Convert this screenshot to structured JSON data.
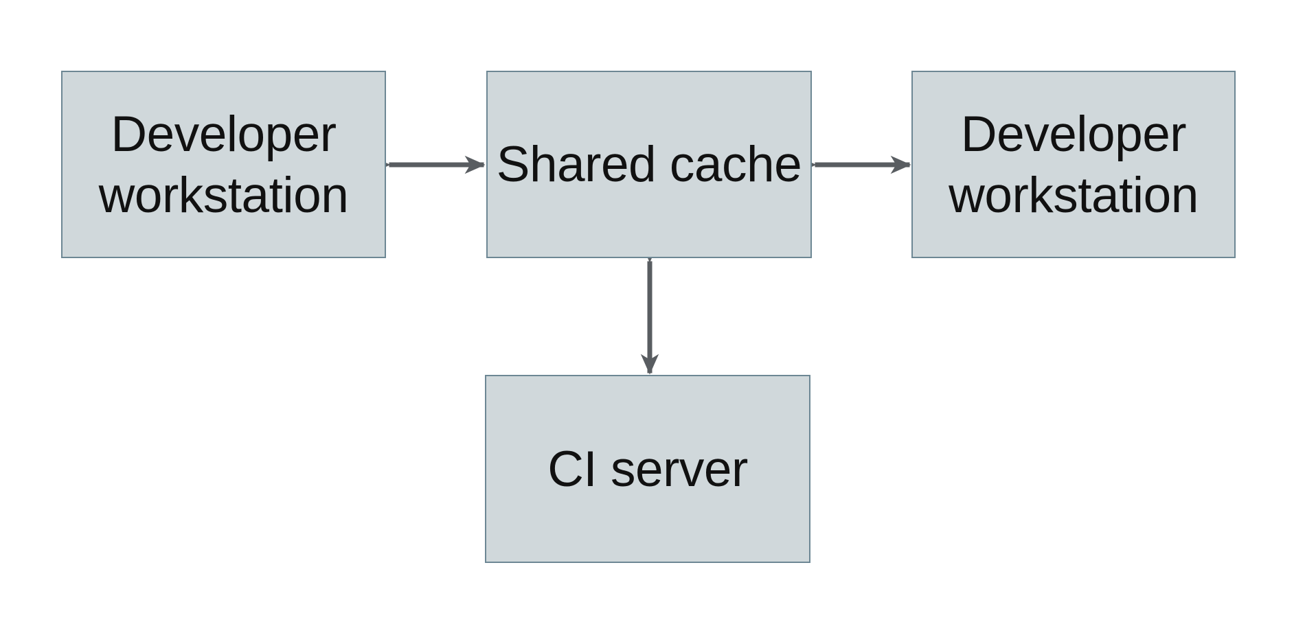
{
  "diagram": {
    "colors": {
      "background": "#ffffff",
      "node-fill": "#d0d8db",
      "node-border": "#6d8794",
      "arrow": "#595d61",
      "text": "#111111"
    },
    "nodes": [
      {
        "id": "developer-workstation-left",
        "label": "Developer workstation"
      },
      {
        "id": "shared-cache",
        "label": "Shared cache"
      },
      {
        "id": "developer-workstation-right",
        "label": "Developer workstation"
      },
      {
        "id": "ci-server",
        "label": "CI server"
      }
    ],
    "edges": [
      {
        "from": "developer-workstation-left",
        "to": "shared-cache",
        "type": "bidirectional"
      },
      {
        "from": "shared-cache",
        "to": "developer-workstation-right",
        "type": "bidirectional"
      },
      {
        "from": "shared-cache",
        "to": "ci-server",
        "type": "bidirectional"
      }
    ]
  }
}
